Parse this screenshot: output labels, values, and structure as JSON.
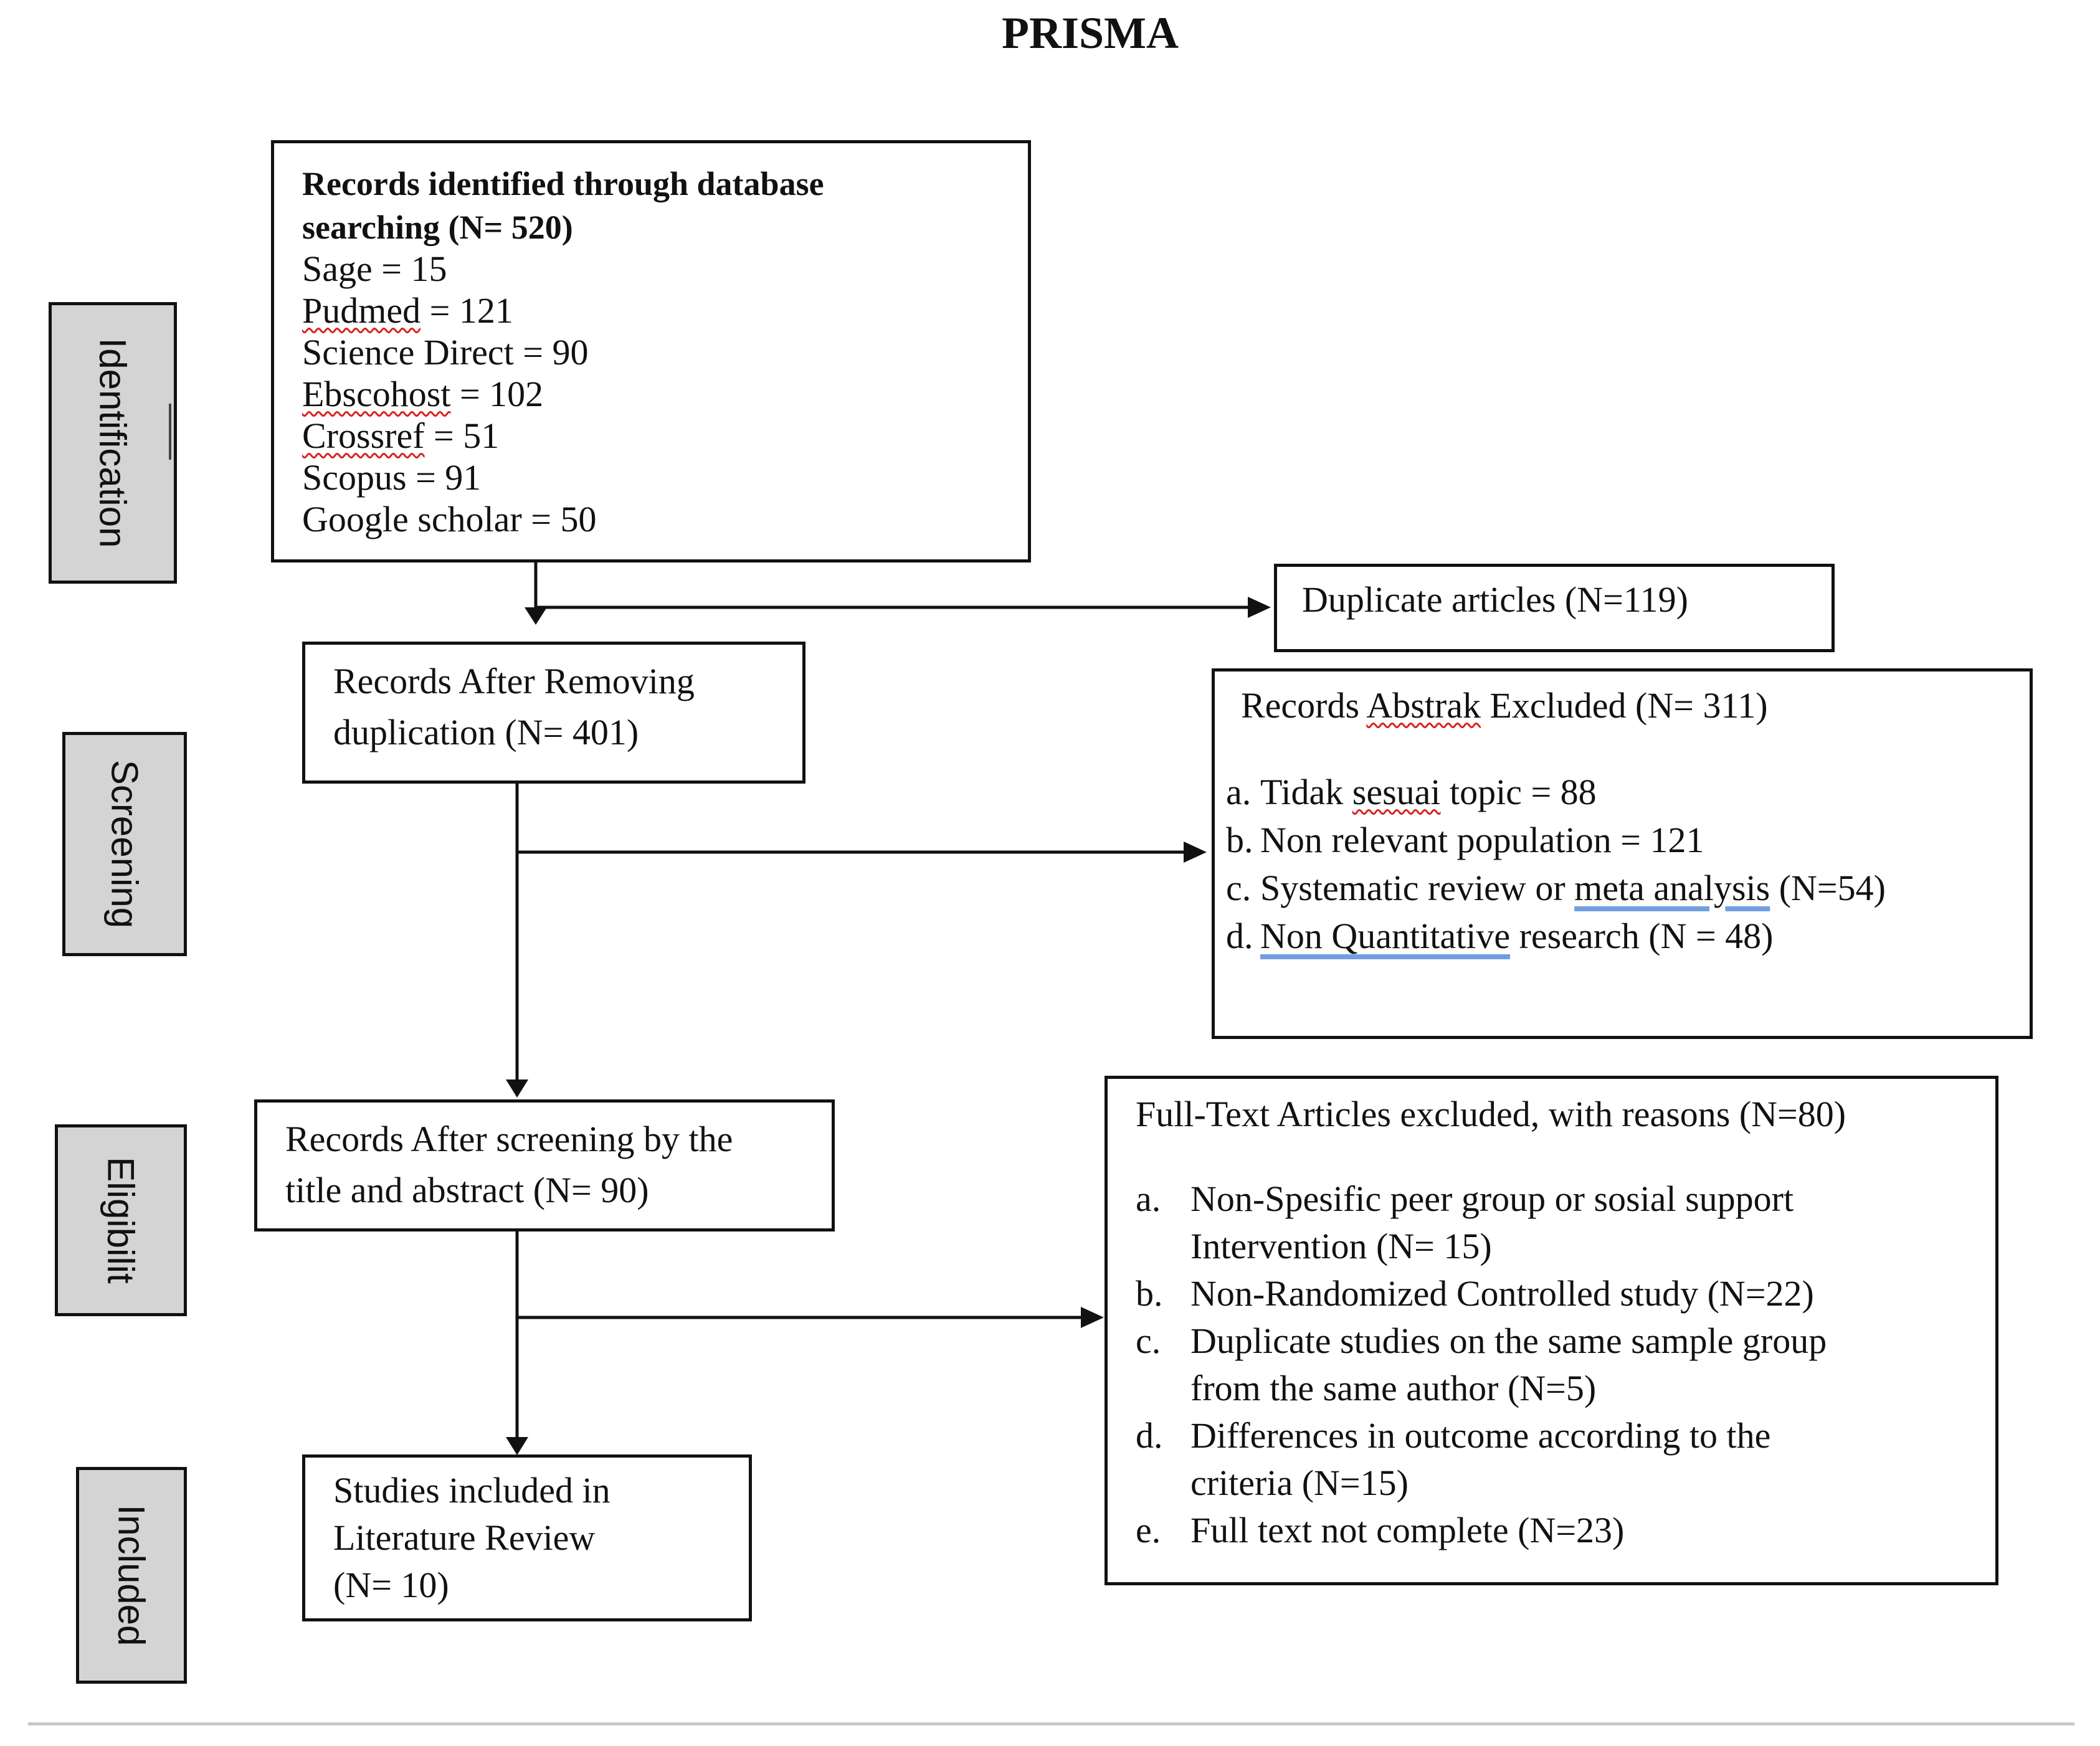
{
  "title": "PRISMA",
  "stages": {
    "identification": "Identification",
    "screening": "Screening",
    "eligibility": "Eligibilit",
    "included": "Included"
  },
  "identified": {
    "heading_line1": "Records identified through database",
    "heading_line2": "searching (N= 520)",
    "sources": [
      {
        "name": "Sage",
        "value": "= 15"
      },
      {
        "name": "Pudmed",
        "value": "= 121"
      },
      {
        "name": "Science Direct",
        "value": "= 90"
      },
      {
        "name": "Ebscohost",
        "value": "= 102"
      },
      {
        "name": "Crossref",
        "value": "= 51"
      },
      {
        "name": "Scopus",
        "value": "= 91"
      },
      {
        "name": "Google scholar",
        "value": "= 50"
      }
    ]
  },
  "duplicates": {
    "text": "Duplicate articles (N=119)"
  },
  "after_dedup": {
    "line1": "Records After Removing",
    "line2": "duplication (N= 401)"
  },
  "abstract_excluded": {
    "heading_pre": "Records ",
    "heading_word": "Abstrak",
    "heading_post": " Excluded (N= 311)",
    "items": [
      {
        "marker": "a.",
        "pre": "Tidak ",
        "word": "sesuai",
        "post": " topic = 88"
      },
      {
        "marker": "b.",
        "pre": "Non relevant population = 121",
        "word": "",
        "post": ""
      },
      {
        "marker": "c.",
        "pre": "Systematic review or ",
        "word": "meta analysis",
        "post": " (N=54)"
      },
      {
        "marker": "d.",
        "pre": "",
        "word": "Non Quantitative",
        "post": " research (N = 48)"
      }
    ]
  },
  "after_screening": {
    "line1": "Records After screening by the",
    "line2": "title and abstract (N= 90)"
  },
  "fulltext_excluded": {
    "heading": "Full-Text Articles excluded, with reasons (N=80)",
    "items": [
      {
        "marker": "a.",
        "lines": [
          "Non-Spesific peer group or sosial support",
          "Intervention (N= 15)"
        ]
      },
      {
        "marker": "b.",
        "lines": [
          "Non-Randomized Controlled study (N=22)"
        ]
      },
      {
        "marker": "c.",
        "lines": [
          "Duplicate studies on the same sample group",
          "from the same author (N=5)"
        ]
      },
      {
        "marker": "d.",
        "lines": [
          "Differences in outcome according to the",
          "criteria (N=15)"
        ]
      },
      {
        "marker": "e.",
        "lines": [
          "Full text not complete (N=23)"
        ]
      }
    ]
  },
  "included": {
    "line1": "Studies included in",
    "line2": "Literature Review",
    "line3": "(N= 10)"
  }
}
